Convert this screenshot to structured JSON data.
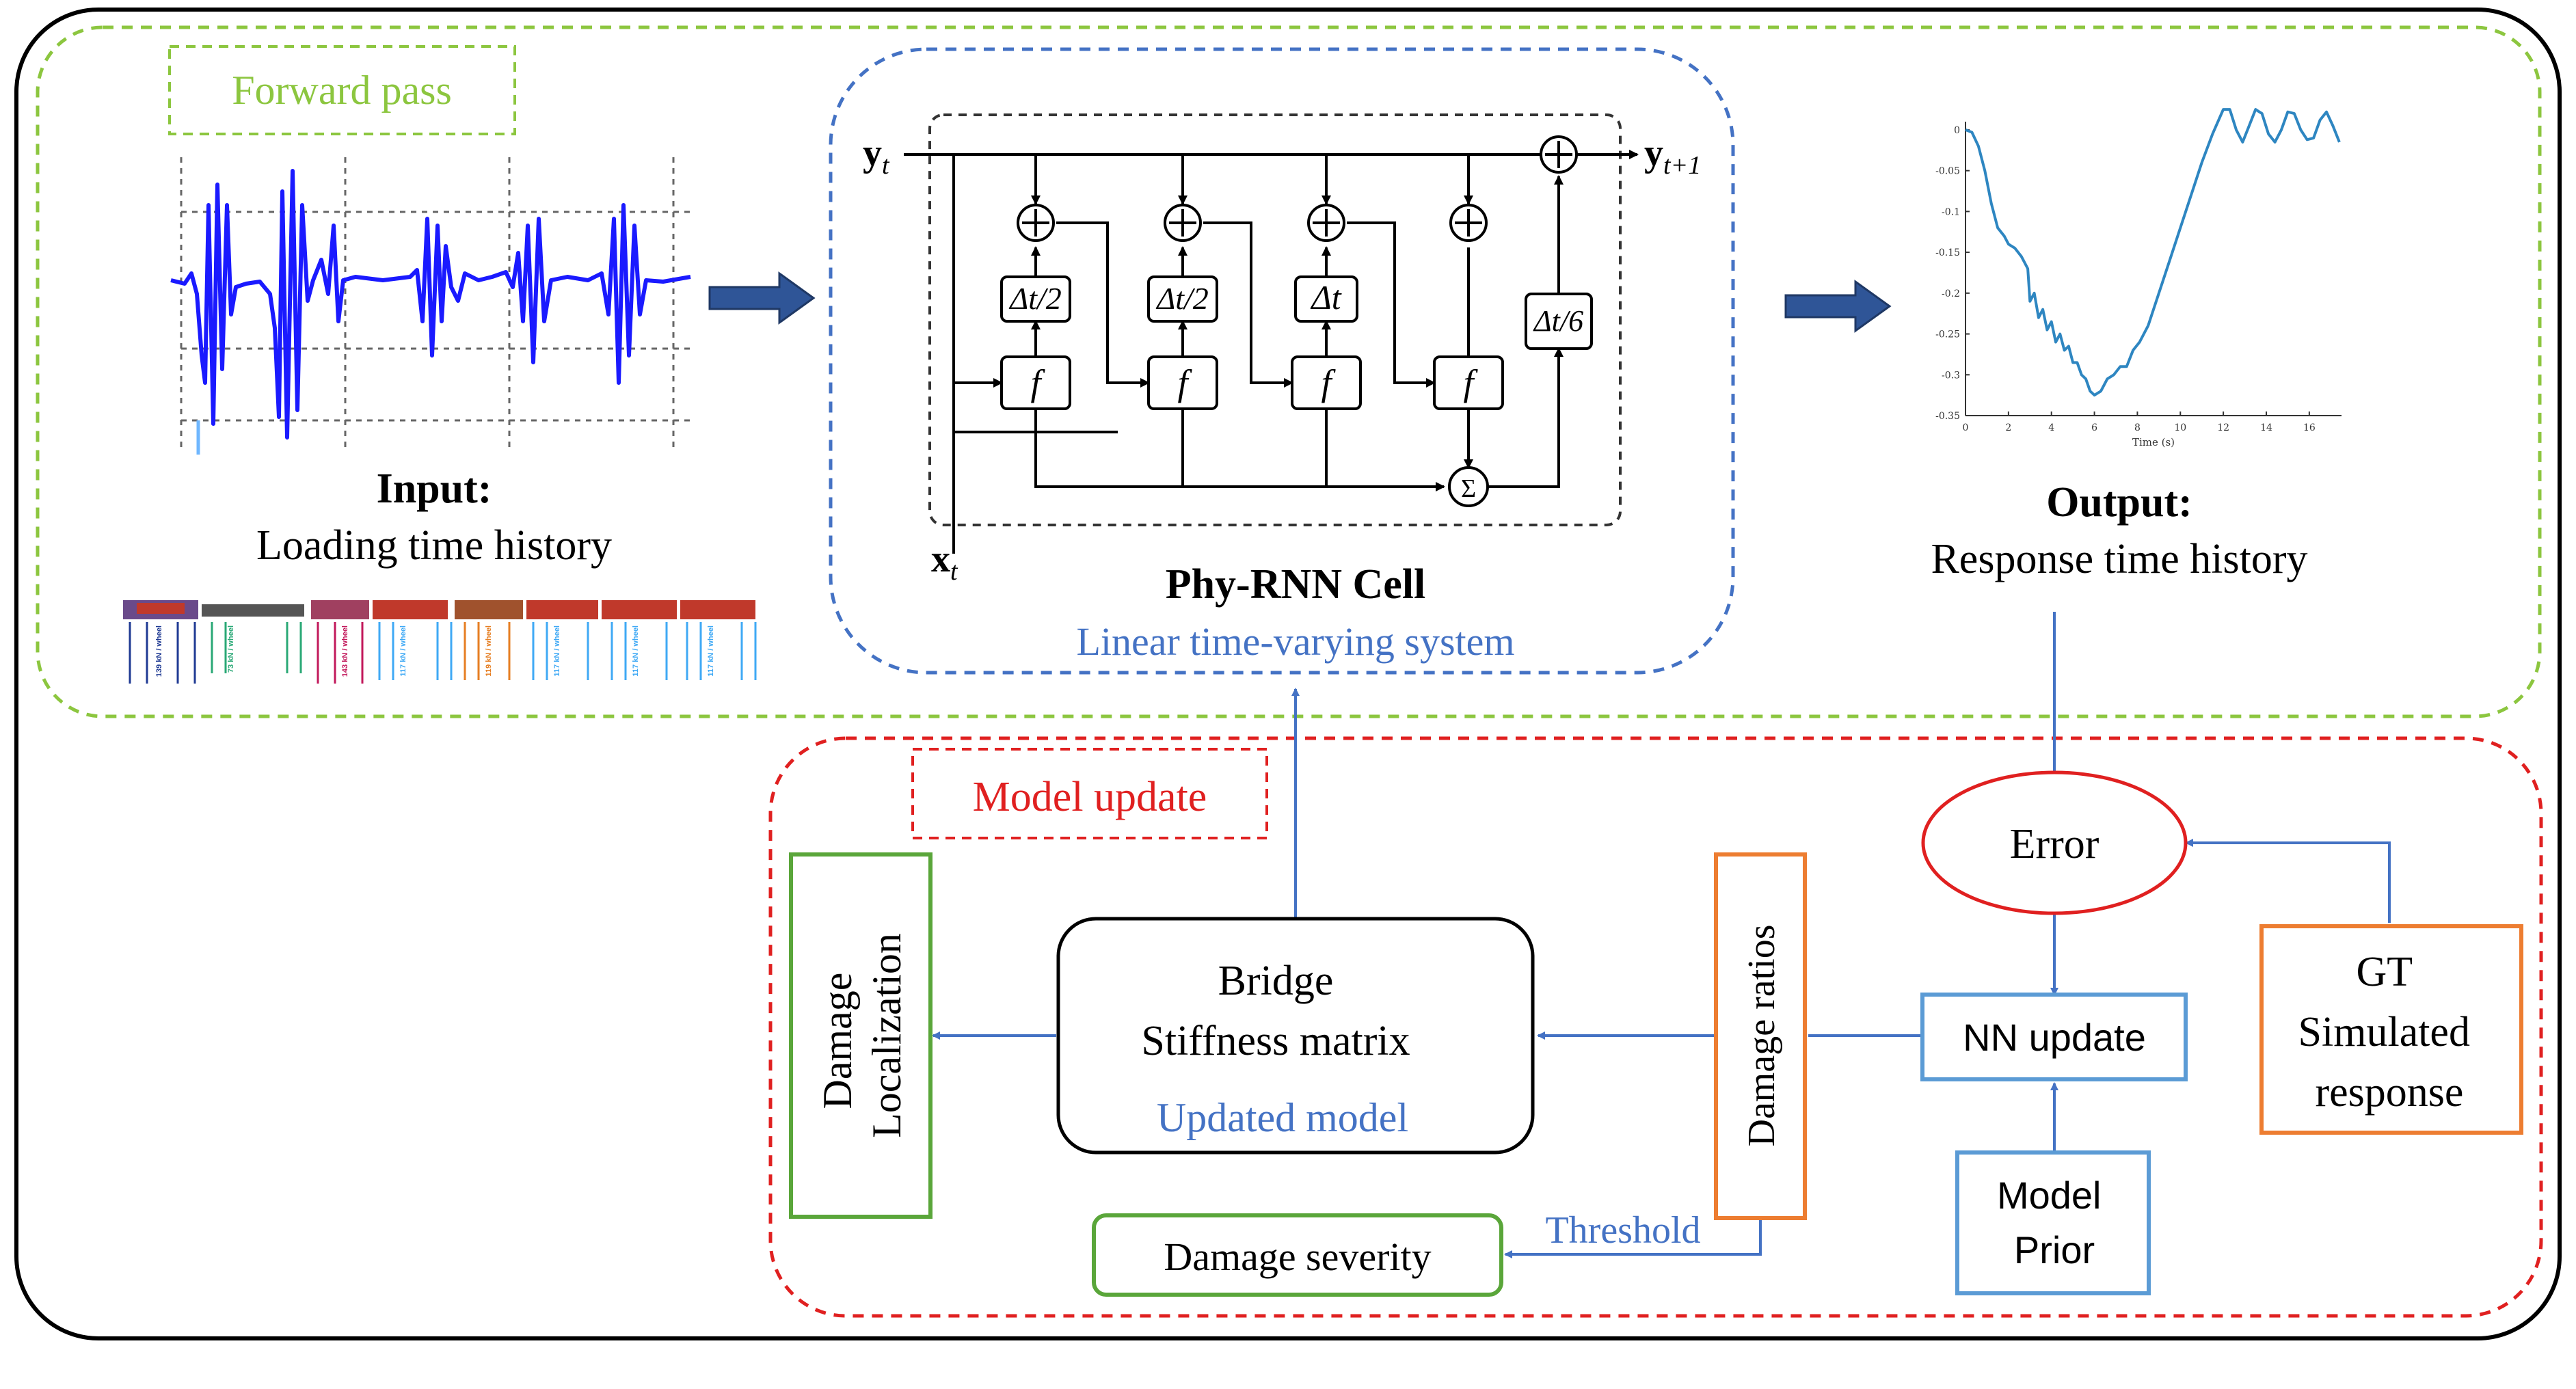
{
  "colors": {
    "forward": "#8cc63f",
    "cell": "#4472c4",
    "model_update": "#e02020",
    "green_box": "#5aa63a",
    "orange_box": "#ed7d31",
    "blue_box": "#5b9bd5",
    "arrow_fill": "#2f5597",
    "signal": "#1a1aff",
    "response": "#2e86c1"
  },
  "forward_pass": {
    "label": "Forward pass",
    "input_title": "Input:",
    "input_subtitle": "Loading time history",
    "axle_labels": [
      "139 kN / wheel",
      "73 kN / wheel",
      "143 kN / wheel",
      "117 kN / wheel",
      "119 kN / wheel",
      "117 kN / wheel",
      "117 kN / wheel",
      "117 kN / wheel"
    ]
  },
  "cell": {
    "title": "Phy-RNN Cell",
    "subtitle": "Linear time-varying system",
    "y_in": "y",
    "y_in_sub": "t",
    "y_out": "y",
    "y_out_sub": "t+1",
    "x_in": "x",
    "x_in_sub": "t",
    "blocks": [
      "Δt/2",
      "Δt/2",
      "Δt",
      "Δt/6"
    ],
    "f_label": "f",
    "sum_label": "Σ"
  },
  "output": {
    "title": "Output:",
    "subtitle": "Response time history"
  },
  "chart_data": {
    "type": "line",
    "xlabel": "Time (s)",
    "ylabel": "",
    "xlim": [
      0,
      17.5
    ],
    "ylim": [
      -0.35,
      0.01
    ],
    "x_ticks": [
      0,
      2,
      4,
      6,
      8,
      10,
      12,
      14,
      16
    ],
    "y_ticks": [
      0,
      -0.05,
      -0.1,
      -0.15,
      -0.2,
      -0.25,
      -0.3,
      -0.35
    ],
    "y_tick_labels": [
      "0",
      "-0.05",
      "-0.1",
      "-0.15",
      "-0.2",
      "-0.25",
      "-0.3",
      "-0.35"
    ],
    "series": [
      {
        "x": [
          0,
          0.3,
          0.6,
          0.9,
          1.2,
          1.5,
          1.8,
          2.0,
          2.3,
          2.6,
          2.9,
          3.0,
          3.2,
          3.4,
          3.6,
          3.8,
          4.0,
          4.2,
          4.4,
          4.6,
          4.8,
          5.0,
          5.2,
          5.4,
          5.6,
          5.8,
          6.0,
          6.3,
          6.6,
          6.9,
          7.2,
          7.5,
          7.8,
          8.1,
          8.5,
          9.0,
          9.5,
          10.0,
          10.5,
          11.0,
          11.5,
          12.0,
          12.3,
          12.6,
          12.9,
          13.2,
          13.5,
          13.8,
          14.1,
          14.4,
          14.7,
          15.0,
          15.3,
          15.6,
          15.9,
          16.2,
          16.5,
          16.8,
          17.1,
          17.4
        ],
        "y": [
          0,
          -0.003,
          -0.02,
          -0.05,
          -0.09,
          -0.12,
          -0.13,
          -0.14,
          -0.145,
          -0.155,
          -0.17,
          -0.21,
          -0.2,
          -0.23,
          -0.22,
          -0.245,
          -0.235,
          -0.26,
          -0.25,
          -0.27,
          -0.265,
          -0.285,
          -0.285,
          -0.3,
          -0.305,
          -0.32,
          -0.325,
          -0.32,
          -0.305,
          -0.3,
          -0.29,
          -0.29,
          -0.27,
          -0.26,
          -0.24,
          -0.2,
          -0.16,
          -0.12,
          -0.08,
          -0.04,
          -0.005,
          0.025,
          0.025,
          0.0,
          -0.015,
          0.005,
          0.025,
          0.02,
          -0.005,
          -0.015,
          0.0,
          0.022,
          0.02,
          0.0,
          -0.012,
          -0.01,
          0.012,
          0.022,
          0.005,
          -0.015
        ]
      }
    ]
  },
  "model_update": {
    "label": "Model update",
    "damage_localization": [
      "Damage",
      "Localization"
    ],
    "bridge_line1": "Bridge",
    "bridge_line2": "Stiffness matrix",
    "updated_model": "Updated model",
    "damage_ratios": "Damage ratios",
    "error": "Error",
    "nn_update": "NN update",
    "gt": [
      "GT",
      "Simulated",
      "response"
    ],
    "model_prior": [
      "Model",
      "Prior"
    ],
    "damage_severity": "Damage severity",
    "threshold": "Threshold"
  }
}
